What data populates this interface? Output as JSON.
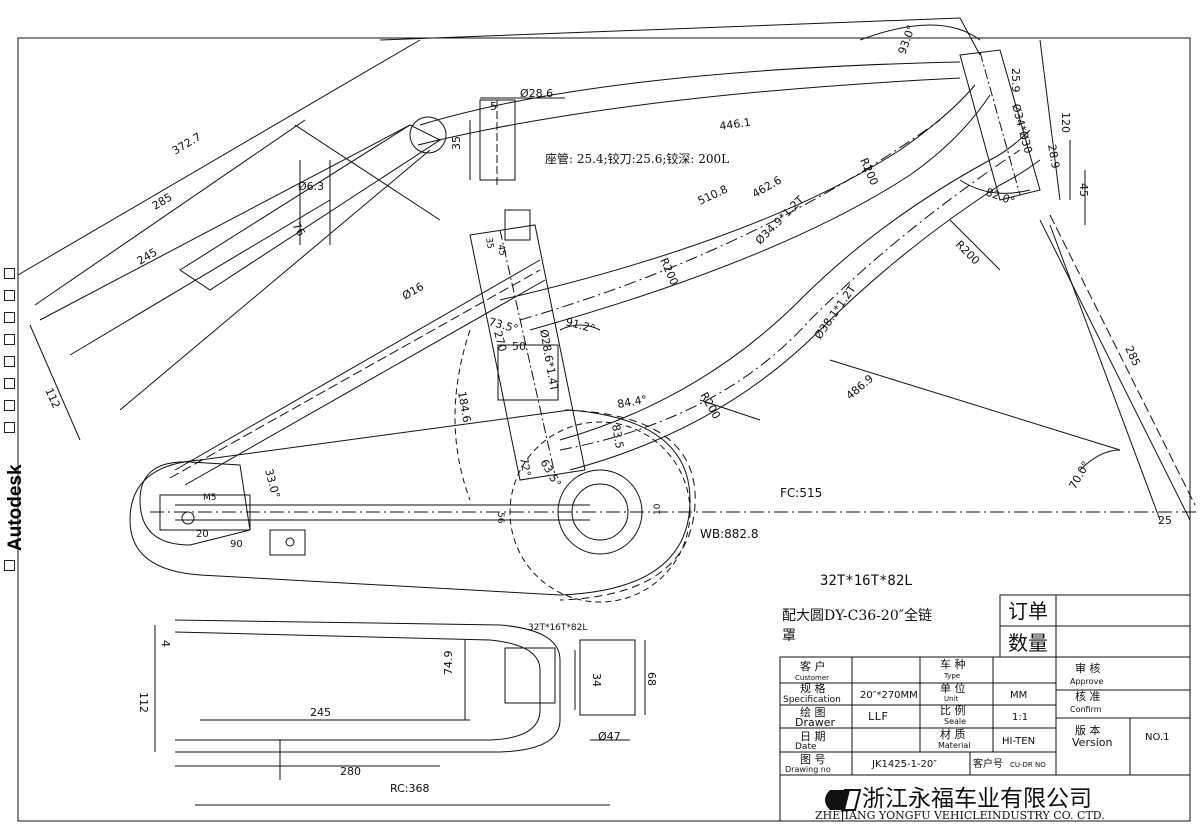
{
  "app": {
    "brand_vertical": "Autodesk"
  },
  "dims": {
    "seat_post_diam": "Ø28.6",
    "seat_post_depth": "35",
    "seat_post_inner": "5",
    "seat_tube_note": "座管: 25.4;铰刀:25.6;铰深: 200L",
    "d_372_7": "372.7",
    "d_285a": "285",
    "d_245a": "245",
    "d_6_3": "Ø6.3",
    "d_76": "76",
    "d_112a": "112",
    "d_16": "Ø16",
    "d_446_1": "446.1",
    "d_510_8": "510.8",
    "d_462_6": "462.6",
    "d_r200a": "R200",
    "d_r200b": "R200",
    "d_r200c": "R200",
    "d_r200d": "R200",
    "d_tube1": "Ø34.9*1.2T",
    "d_tube2": "Ø38.1*1.2T",
    "d_tube3": "Ø28.6*1.4T",
    "d_93": "93.0°",
    "d_25_9": "25.9",
    "d_34": "Ø34*Ø30",
    "d_120": "120",
    "d_28_9": "28.9",
    "d_45": "45",
    "d_82": "82.0°",
    "d_285b": "285",
    "d_486_9": "486.9",
    "d_70": "70.0°",
    "d_25": "25",
    "d_fc": "FC:515",
    "d_wb": "WB:882.8",
    "d_91_2": "91.2°",
    "d_73_5": "73.5°",
    "d_270": "270",
    "d_50": "50",
    "d_84_4": "84.4°",
    "d_83_5": "83.5",
    "d_72": "72°",
    "d_63_5": "63.5°",
    "d_184_6": "184.6",
    "d_33": "33.0°",
    "d_m5": "M5",
    "d_20": "20",
    "d_90": "90",
    "d_56": "56",
    "d_10": "10",
    "d_45b": "45",
    "d_35b": "35",
    "gear": "32T*16T*82L",
    "gear_small": "32T*16T*82L",
    "b_4": "4",
    "b_112": "112",
    "b_74_9": "74.9",
    "b_245": "245",
    "b_34": "34",
    "b_68": "68",
    "b_47": "Ø47",
    "b_280": "280",
    "b_rc": "RC:368"
  },
  "note": {
    "line1": "配大圆DY-C36-20″全链",
    "line2": "罩"
  },
  "order_box": {
    "label1": "订单",
    "label2": "数量"
  },
  "title_block": {
    "customer_cn": "客 户",
    "customer_en": "Customer",
    "spec_cn": "规 格",
    "spec_en": "Specification",
    "spec_val": "20″*270MM",
    "drawer_cn": "绘 图",
    "drawer_en": "Drawer",
    "drawer_val": "LLF",
    "date_cn": "日 期",
    "date_en": "Date",
    "drawing_no_cn": "图 号",
    "drawing_no_en": "Drawing no",
    "drawing_no_val": "JK1425-1-20″",
    "type_cn": "车 种",
    "type_en": "Type",
    "unit_cn": "单 位",
    "unit_en": "Unit",
    "unit_val": "MM",
    "scale_cn": "比 例",
    "scale_en": "Seale",
    "scale_val": "1:1",
    "material_cn": "材 质",
    "material_en": "Material",
    "material_val": "HI-TEN",
    "customer_no_cn": "客户号",
    "customer_no_val": "CU-DR NO",
    "approve_cn": "审 核",
    "approve_en": "Approve",
    "confirm_cn": "核 准",
    "confirm_en": "Confirm",
    "version_cn": "版 本",
    "version_en": "Version",
    "version_val": "NO.1",
    "company_cn": "浙江永福车业有限公司",
    "company_en": "ZHEJIANG YONGFU VEHICLEINDUSTRY CO. CTD."
  },
  "colors": {
    "line": "#111111",
    "paper": "#ffffff"
  }
}
